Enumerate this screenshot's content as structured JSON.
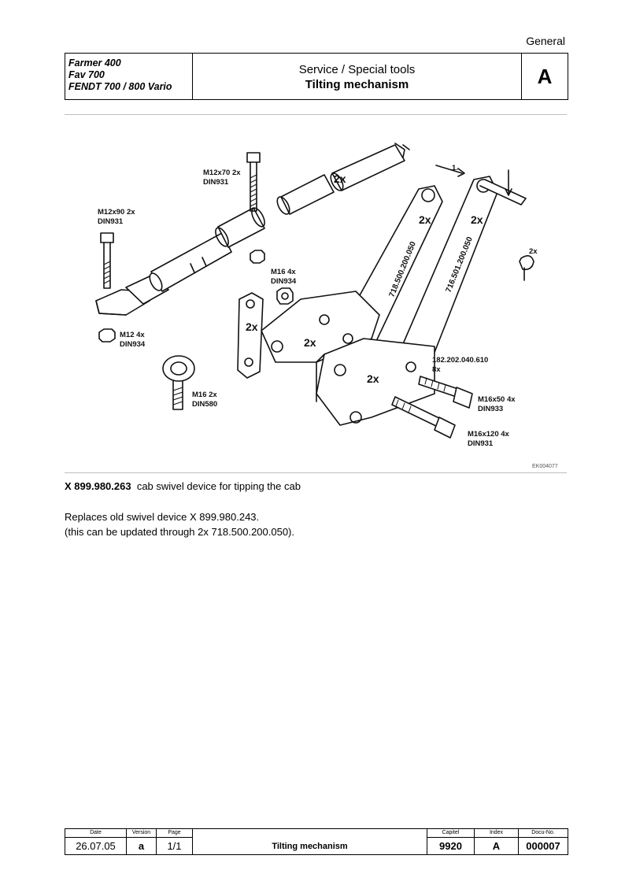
{
  "header": {
    "section": "General",
    "models": [
      "Farmer 400",
      "Fav 700",
      "FENDT 700 / 800 Vario"
    ],
    "title_line1": "Service / Special tools",
    "title_line2": "Tilting mechanism",
    "index": "A"
  },
  "drawing": {
    "labels": {
      "bolt_m12x70": "M12x70  2x",
      "bolt_m12x70_din": "DIN931",
      "bolt_m12x90": "M12x90  2x",
      "bolt_m12x90_din": "DIN931",
      "nut_m16": "M16  4x",
      "nut_m16_din": "DIN934",
      "nut_m12": "M12  4x",
      "nut_m12_din": "DIN934",
      "eye_m16": "M16  2x",
      "eye_m16_din": "DIN580",
      "pin_part": "182.202.040.610",
      "pin_qty": "8x",
      "bolt_m16x50": "M16x50  4x",
      "bolt_m16x50_din": "DIN933",
      "bolt_m16x120": "M16x120  4x",
      "bolt_m16x120_din": "DIN931",
      "tube_qty": "2x",
      "arm1_qty": "2x",
      "arm1_part": "718.500.200.050",
      "arm2_qty": "2x",
      "arm2_part": "716.501.200.050",
      "plate_qty": "2x",
      "bracket_qty": "2x",
      "base_qty": "2x",
      "clip_qty": "2x",
      "dir_1": "1.",
      "drawing_code": "EK004077"
    }
  },
  "caption": {
    "part_number": "X 899.980.263",
    "description": "cab swivel device for tipping the cab"
  },
  "notes": {
    "line1": "Replaces old swivel device X 899.980.243.",
    "line2": "(this can be updated through 2x 718.500.200.050)."
  },
  "footer": {
    "date_label": "Date",
    "date": "26.07.05",
    "version_label": "Version",
    "version": "a",
    "page_label": "Page",
    "page": "1/1",
    "title": "Tilting mechanism",
    "capitel_label": "Capitel",
    "capitel": "9920",
    "index_label": "Index",
    "index": "A",
    "docu_label": "Docu-No.",
    "docu": "000007"
  }
}
